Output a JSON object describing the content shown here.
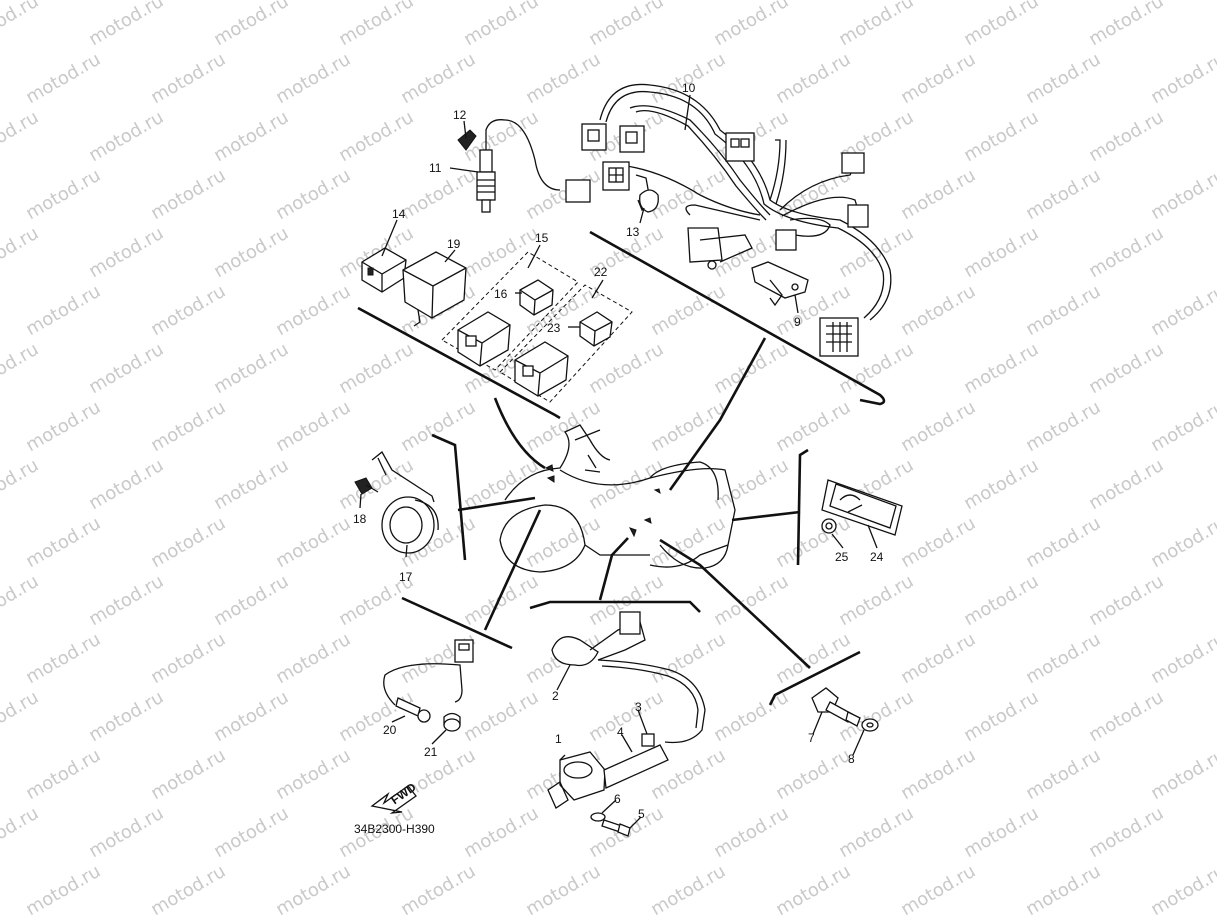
{
  "watermark": "motod.ru",
  "diagram_code": "34B2300-H390",
  "fwd_label": "FWD",
  "callouts": {
    "p1": "1",
    "p2": "2",
    "p3": "3",
    "p4": "4",
    "p5": "5",
    "p6": "6",
    "p7": "7",
    "p8": "8",
    "p9": "9",
    "p10": "10",
    "p11": "11",
    "p12": "12",
    "p13": "13",
    "p14": "14",
    "p15": "15",
    "p16": "16",
    "p17": "17",
    "p18": "18",
    "p19": "19",
    "p20": "20",
    "p21": "21",
    "p22": "22",
    "p23": "23",
    "p24": "24",
    "p25": "25"
  }
}
